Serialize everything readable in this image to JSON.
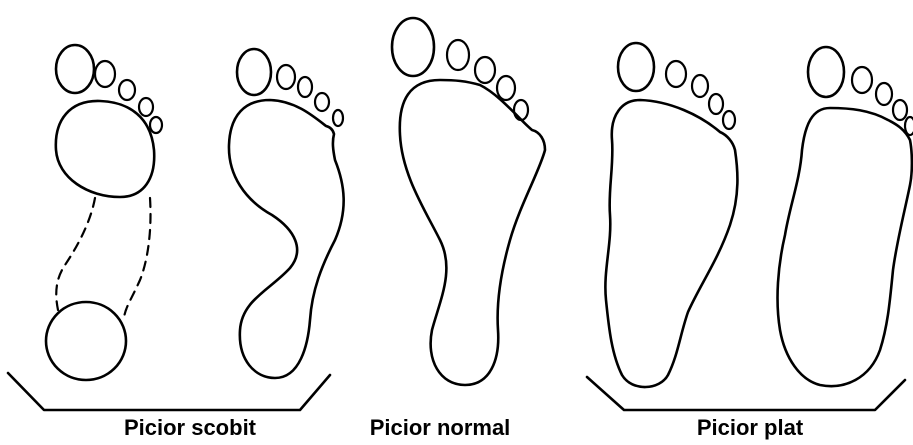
{
  "captions": {
    "high_arch": "Picior scobit",
    "normal": "Picior normal",
    "flat": "Picior plat"
  }
}
